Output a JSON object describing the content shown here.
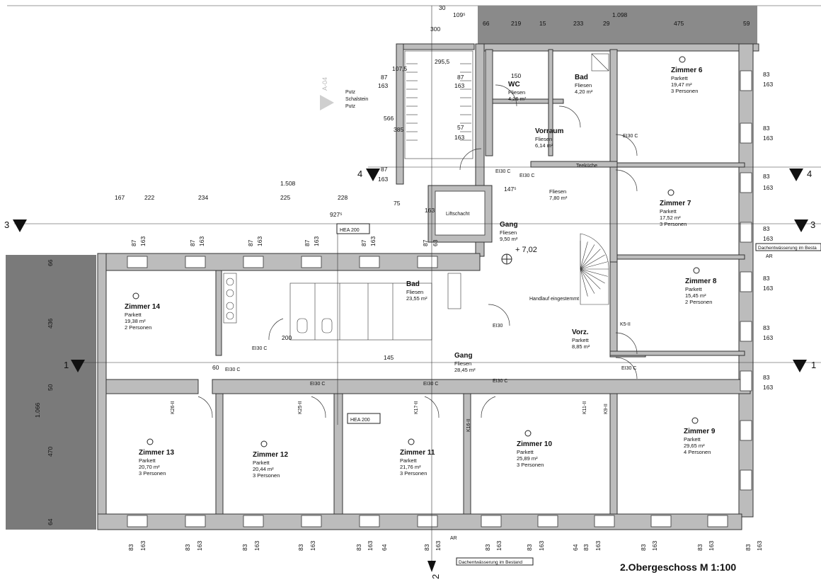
{
  "drawing": {
    "title": "2.Obergeschoss M 1:100",
    "level_marker": "+ 7,02",
    "axis_labels": [
      "1",
      "1",
      "3",
      "3",
      "4",
      "4",
      "2"
    ],
    "hea_labels": [
      "HEA 200",
      "HEA 200"
    ],
    "ar_labels": [
      "AR",
      "AR"
    ],
    "axis_a": "A-04",
    "drain_labels": [
      "Dachentwässerung im Bestand",
      "Dachentwässerung im Besta"
    ],
    "putz_labels": [
      "Putz",
      "Schalstein",
      "Putz"
    ],
    "handrail": "Handlauf eingestemmt",
    "liftschacht": "Liftschacht",
    "teekueche": "Teeküche"
  },
  "rooms": [
    {
      "name": "Zimmer 6",
      "floor": "Parkett",
      "area": "19,47 m²",
      "persons": "3 Personen"
    },
    {
      "name": "Zimmer 7",
      "floor": "Parkett",
      "area": "17,52 m²",
      "persons": "3 Personen"
    },
    {
      "name": "Zimmer 8",
      "floor": "Parkett",
      "area": "15,45 m²",
      "persons": "2 Personen"
    },
    {
      "name": "Zimmer 9",
      "floor": "Parkett",
      "area": "29,65 m²",
      "persons": "4 Personen"
    },
    {
      "name": "Zimmer 10",
      "floor": "Parkett",
      "area": "25,89 m²",
      "persons": "3 Personen"
    },
    {
      "name": "Zimmer 11",
      "floor": "Parkett",
      "area": "21,76 m²",
      "persons": "3 Personen"
    },
    {
      "name": "Zimmer 12",
      "floor": "Parkett",
      "area": "20,44 m²",
      "persons": "3 Personen"
    },
    {
      "name": "Zimmer 13",
      "floor": "Parkett",
      "area": "20,70 m²",
      "persons": "3 Personen"
    },
    {
      "name": "Zimmer 14",
      "floor": "Parkett",
      "area": "19,38 m²",
      "persons": "2 Personen"
    },
    {
      "name": "WC",
      "floor": "Fliesen",
      "area": "4,26 m²",
      "persons": ""
    },
    {
      "name": "Bad",
      "floor": "Fliesen",
      "area": "4,20 m²",
      "persons": ""
    },
    {
      "name": "Vorraum",
      "floor": "Fliesen",
      "area": "6,14 m²",
      "persons": ""
    },
    {
      "name": "Gang",
      "floor": "Fliesen",
      "area": "9,50 m²",
      "persons": ""
    },
    {
      "name": "Bad",
      "floor": "Fliesen",
      "area": "23,55 m²",
      "persons": ""
    },
    {
      "name": "Gang",
      "floor": "Fliesen",
      "area": "28,45 m²",
      "persons": ""
    },
    {
      "name": "Vorz.",
      "floor": "Parkett",
      "area": "8,85 m²",
      "persons": ""
    },
    {
      "name": "",
      "floor": "Fliesen",
      "area": "7,80 m²",
      "persons": ""
    }
  ],
  "dimensions": {
    "top": [
      "1.098",
      "66",
      "219",
      "15",
      "233",
      "29",
      "475",
      "59"
    ],
    "top_left": [
      "30",
      "109⁵",
      "300"
    ],
    "left_run": [
      "167",
      "222",
      "234",
      "225",
      "228"
    ],
    "left_total": "1.508",
    "mid_total": "927⁵",
    "stair": [
      "295,5",
      "107,5",
      "87",
      "163",
      "87",
      "163",
      "566",
      "385",
      "57",
      "163",
      "87",
      "163",
      "147⁵",
      "75",
      "163"
    ],
    "piers_top": [
      "87",
      "163",
      "87",
      "163",
      "87",
      "163",
      "87",
      "163",
      "87",
      "163",
      "87",
      "63"
    ],
    "left_vertical": [
      "66",
      "436",
      "50",
      "470",
      "64"
    ],
    "left_vertical_total": "1.066",
    "right": [
      "83",
      "163",
      "83",
      "163",
      "83",
      "163",
      "83",
      "163",
      "83",
      "163",
      "83",
      "163",
      "83",
      "163"
    ],
    "bottom": [
      "83",
      "163",
      "83",
      "163",
      "83",
      "163",
      "83",
      "163",
      "83",
      "163",
      "83",
      "163",
      "83",
      "163",
      "83",
      "163",
      "83",
      "163",
      "83",
      "163",
      "83",
      "163",
      "83",
      "163",
      "64",
      "64"
    ],
    "misc": [
      "150",
      "145",
      "60",
      "200"
    ]
  },
  "doors": [
    "EI30 C",
    "EI30 C",
    "EI30 C",
    "EI30 C",
    "EI30 C",
    "EI30 C",
    "EI30",
    "EI30 C",
    "EI30 C",
    "EI30 C"
  ],
  "fire_codes": [
    "K5-II",
    "K26-II",
    "K25-II",
    "K17-II",
    "K16-II",
    "K11-II",
    "K9-II"
  ]
}
